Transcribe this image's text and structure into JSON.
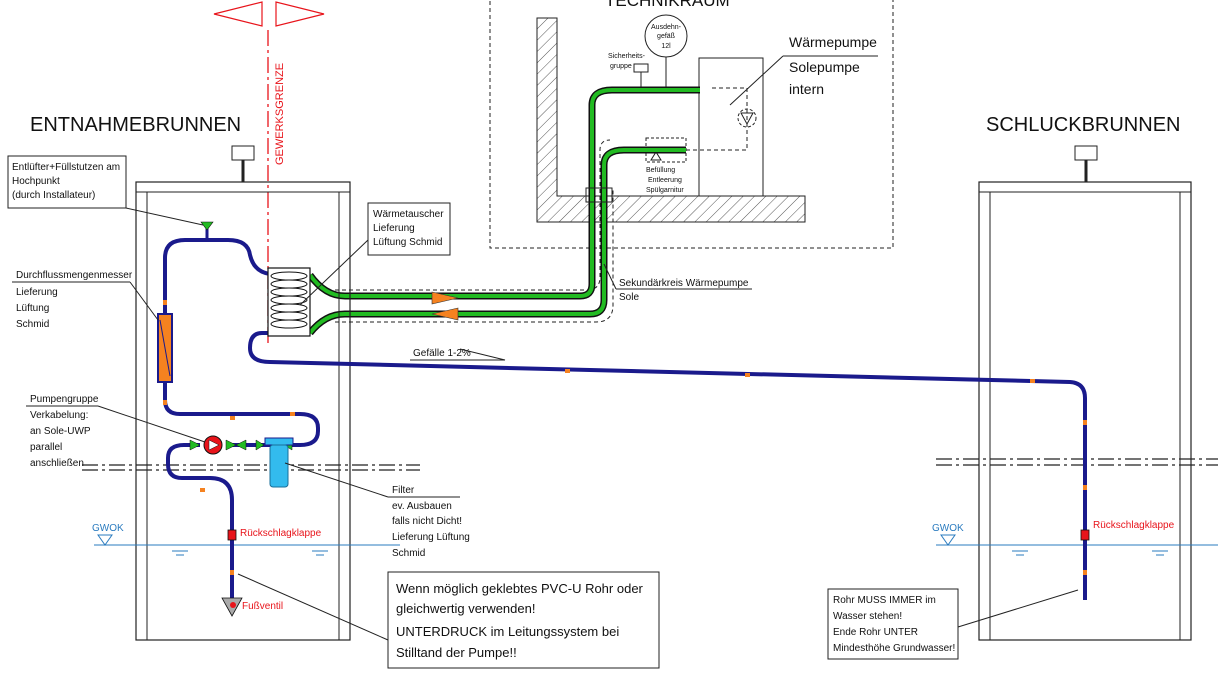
{
  "headings": {
    "technikraum": "TECHNIKRAUM",
    "entnahmebrunnen": "ENTNAHMEBRUNNEN",
    "schluckbrunnen": "SCHLUCKBRUNNEN",
    "gewerksgrenze": "GEWERKSGRENZE"
  },
  "technik": {
    "ausdehn_line1": "Ausdehn-",
    "ausdehn_line2": "gefäß",
    "ausdehn_line3": "12l",
    "sicherheit_line1": "Sicherheits-",
    "sicherheit_line2": "gruppe",
    "waermepumpe": "Wärmepumpe",
    "solepumpe": "Solepumpe",
    "intern": "intern",
    "befuellung": "Befüllung",
    "entleerung": "Entleerung",
    "spuel": "Spülgarnitur"
  },
  "labels": {
    "entlueft1": "Entlüfter+Füllstutzen am",
    "entlueft2": "Hochpunkt",
    "entlueft3": "(durch Installateur)",
    "wt1": "Wärmetauscher",
    "wt2": "Lieferung",
    "wt3": "Lüftung Schmid",
    "dfm1": "Durchflussmengenmesser",
    "dfm2": "Lieferung",
    "dfm3": "Lüftung",
    "dfm4": "Schmid",
    "sek1": "Sekundärkreis Wärmepumpe",
    "sek2": "Sole",
    "gefaelle": "Gefälle 1-2%",
    "pg1": "Pumpengruppe",
    "pg2": "Verkabelung:",
    "pg3": "an Sole-UWP",
    "pg4": "parallel",
    "pg5": "anschließen",
    "filter1": "Filter",
    "filter2": "ev. Ausbauen",
    "filter3": "falls nicht Dicht!",
    "filter4": "Lieferung Lüftung",
    "filter5": "Schmid",
    "gwok_left": "GWOK",
    "gwok_right": "GWOK",
    "rk_left": "Rückschlagklappe",
    "rk_right": "Rückschlagklappe",
    "fussventil": "Fußventil"
  },
  "notes": {
    "pvc1": "Wenn möglich geklebtes PVC-U Rohr oder",
    "pvc2": "gleichwertig verwenden!",
    "pvc3": "UNTERDRUCK im Leitungssystem bei",
    "pvc4": "Stilltand der Pumpe!!",
    "rohr1": "Rohr MUSS IMMER im",
    "rohr2": "Wasser stehen!",
    "rohr3": "Ende Rohr UNTER",
    "rohr4": "Mindesthöhe Grundwasser!"
  },
  "colors": {
    "pipe_blue": "#1a1a8c",
    "pipe_green": "#22bb22",
    "arrow_orange": "#f58220",
    "red": "#e8141b",
    "water": "#2a7bbf",
    "filter": "#33bbee"
  }
}
